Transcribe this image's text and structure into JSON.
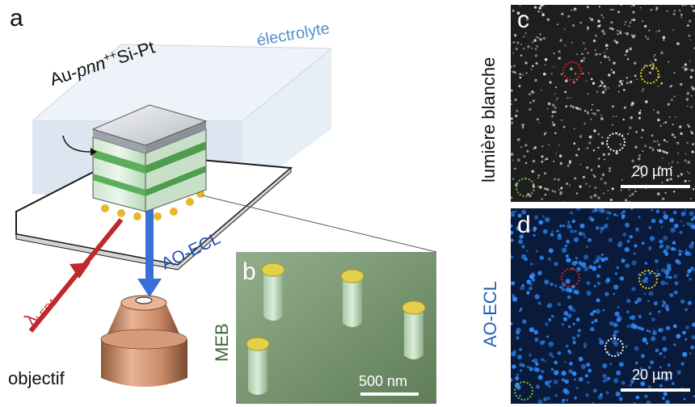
{
  "panel_a": {
    "letter": "a",
    "device_label_prefix": "Au-",
    "device_label_italic": "pnn",
    "device_label_sup": "++",
    "device_label_suffix": "Si-Pt",
    "electrolyte_label": "électrolyte",
    "beam_label": "AO-ECL",
    "led_label_main": "λ",
    "led_label_sub": "LED1",
    "objective_label": "objectif"
  },
  "panel_b": {
    "letter": "b",
    "side_label": "MEB",
    "scalebar_label": "500 nm"
  },
  "panel_c": {
    "letter": "c",
    "side_label": "lumière blanche",
    "scalebar_label": "20 µm"
  },
  "panel_d": {
    "letter": "d",
    "side_label": "AO-ECL",
    "scalebar_label": "20 µm"
  },
  "colors": {
    "electrolyte_text": "#5a8fc4",
    "beam_blue": "#3a6fd8",
    "led_red": "#c0282c",
    "meb_green": "#3e6b3e",
    "aoecl_text": "#1f5fb8",
    "ring_red": "#e02020",
    "ring_yellow": "#e8d21a",
    "ring_white": "#ffffff",
    "ring_green": "#7ab648"
  }
}
